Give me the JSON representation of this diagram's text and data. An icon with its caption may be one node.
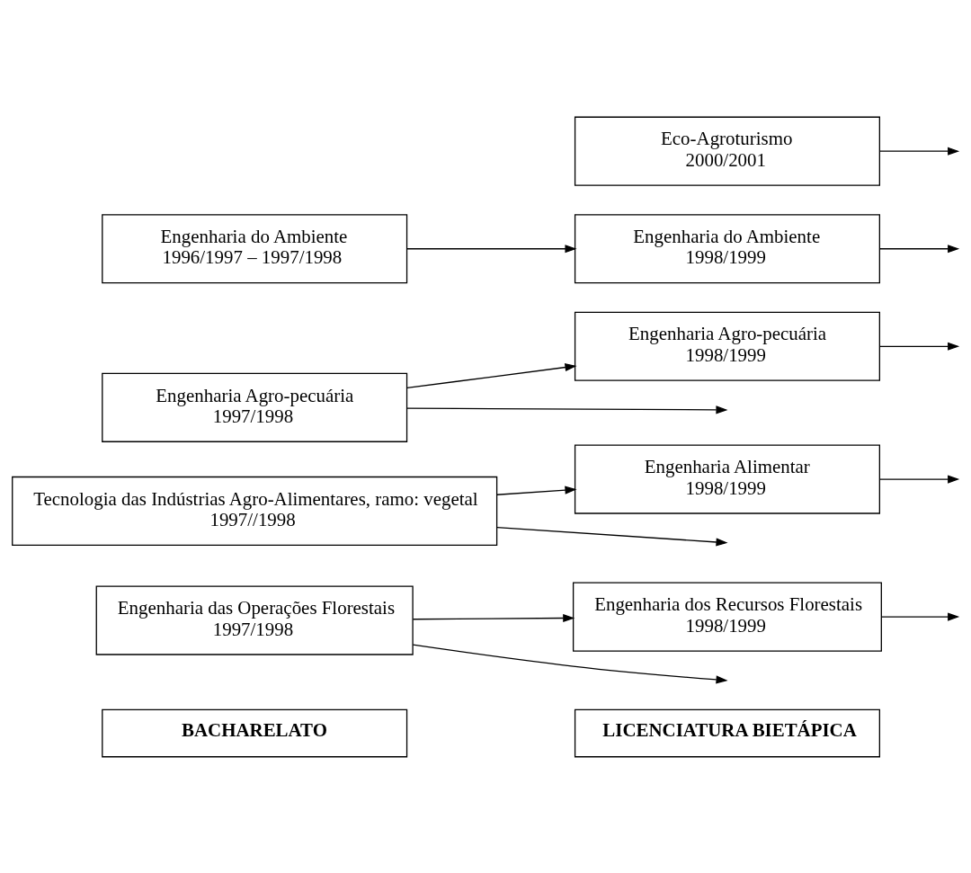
{
  "diagram": {
    "nodes": [
      {
        "text": [
          "BACHARELATO"
        ]
      },
      {
        "text": [
          "LICENCIATURA BIETÁPICA"
        ]
      },
      {
        "text": [
          "Engenharia das Operações Florestais",
          "1997/1998"
        ]
      },
      {
        "text": [
          "Engenharia dos Recursos Florestais",
          "1998/1999"
        ]
      },
      {
        "text": [
          "Tecnologia das Indústrias Agro-Alimentares, ramo: vegetal",
          "1997//1998"
        ]
      },
      {
        "text": [
          "Engenharia Alimentar",
          "1998/1999"
        ]
      },
      {
        "text": [
          "Engenharia Agro-pecuária",
          "1997/1998"
        ]
      },
      {
        "text": [
          "Engenharia Agro-pecuária",
          "1998/1999"
        ]
      },
      {
        "text": [
          "Engenharia do Ambiente",
          "1996/1997 – 1997/1998"
        ]
      },
      {
        "text": [
          "Engenharia do Ambiente",
          "1998/1999"
        ]
      },
      {
        "text": [
          "Eco-Agroturismo",
          "2000/2001"
        ]
      }
    ],
    "edges": [
      {
        "from": 2,
        "to": 3,
        "arrow": "to"
      },
      {
        "from": 4,
        "to": 5,
        "arrow": "to"
      },
      {
        "from": 6,
        "to": 7,
        "arrow": "to"
      },
      {
        "from": 8,
        "to": 9,
        "arrow": "to"
      },
      {
        "from": 2,
        "to": null,
        "arrow": "to"
      },
      {
        "from": 3,
        "to": null,
        "arrow": "to"
      },
      {
        "from": 4,
        "to": null,
        "arrow": "to"
      },
      {
        "from": 5,
        "to": null,
        "arrow": "to"
      },
      {
        "from": 6,
        "to": null,
        "arrow": "to"
      },
      {
        "from": 7,
        "to": null,
        "arrow": "to"
      },
      {
        "from": 9,
        "to": null,
        "arrow": "to"
      },
      {
        "from": 10,
        "to": null,
        "arrow": "to"
      }
    ]
  }
}
